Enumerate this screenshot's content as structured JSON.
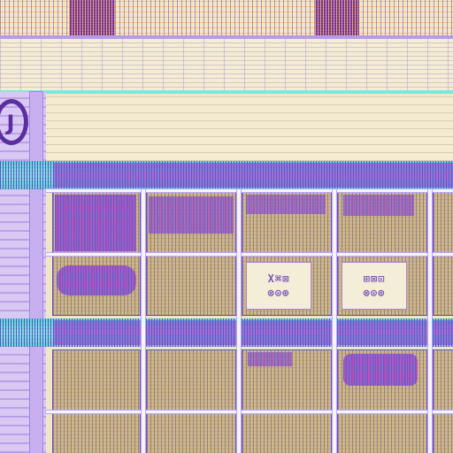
{
  "view": {
    "description": "IC chip layout die view (no readable text)"
  },
  "logo": {
    "glyph": "J"
  },
  "glyph_panels": [
    {
      "row1": "X⌘⊠",
      "row2": "⊗⊙⊕"
    },
    {
      "row1": "⊞⊠⊡",
      "row2": "⊗⊙⊚"
    }
  ],
  "colors": {
    "substrate": "#efe6c8",
    "metal_purple": "#8a3aa8",
    "via_cyan": "#5fdcd0",
    "routing_blue": "#286edc",
    "routing_magenta": "#dc3cc8"
  }
}
